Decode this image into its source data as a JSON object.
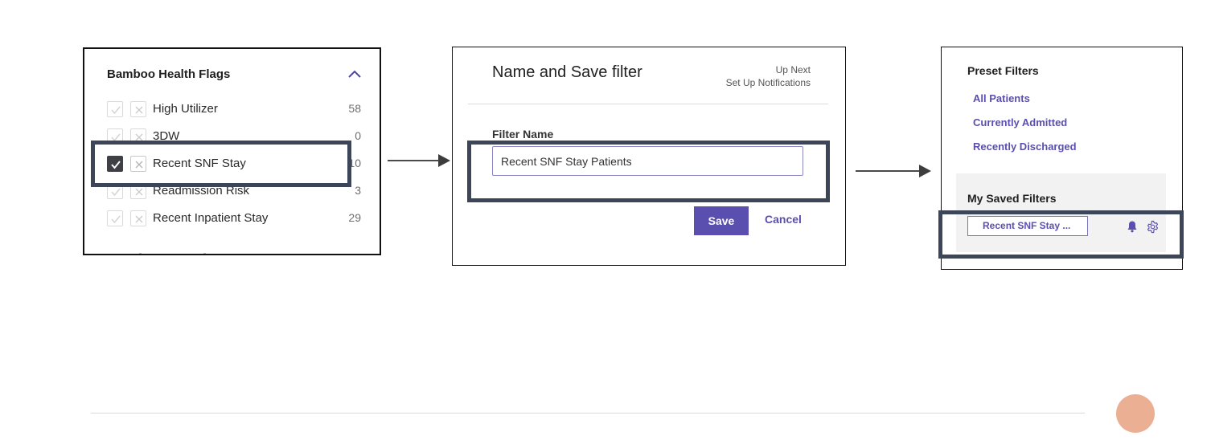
{
  "flags_panel": {
    "title": "Bamboo Health Flags",
    "rows": [
      {
        "label": "High Utilizer",
        "count": "58",
        "checked": false
      },
      {
        "label": "3DW",
        "count": "0",
        "checked": false
      },
      {
        "label": "Recent SNF Stay",
        "count": "10",
        "checked": true
      },
      {
        "label": "Readmission Risk",
        "count": "3",
        "checked": false
      },
      {
        "label": "Recent Inpatient Stay",
        "count": "29",
        "checked": false
      }
    ]
  },
  "save_panel": {
    "title": "Name and Save filter",
    "up_next": "Up Next",
    "next_step": "Set Up Notifications",
    "field_label": "Filter Name",
    "field_value": "Recent SNF Stay Patients",
    "save_label": "Save",
    "cancel_label": "Cancel"
  },
  "filters_panel": {
    "preset_title": "Preset Filters",
    "preset_items": [
      "All Patients",
      "Currently Admitted",
      "Recently Discharged"
    ],
    "saved_title": "My Saved Filters",
    "saved_item": "Recent SNF Stay ..."
  },
  "colors": {
    "accent": "#5a4fae",
    "highlight_border": "#3c4658",
    "footer_dot": "#ebb094"
  }
}
